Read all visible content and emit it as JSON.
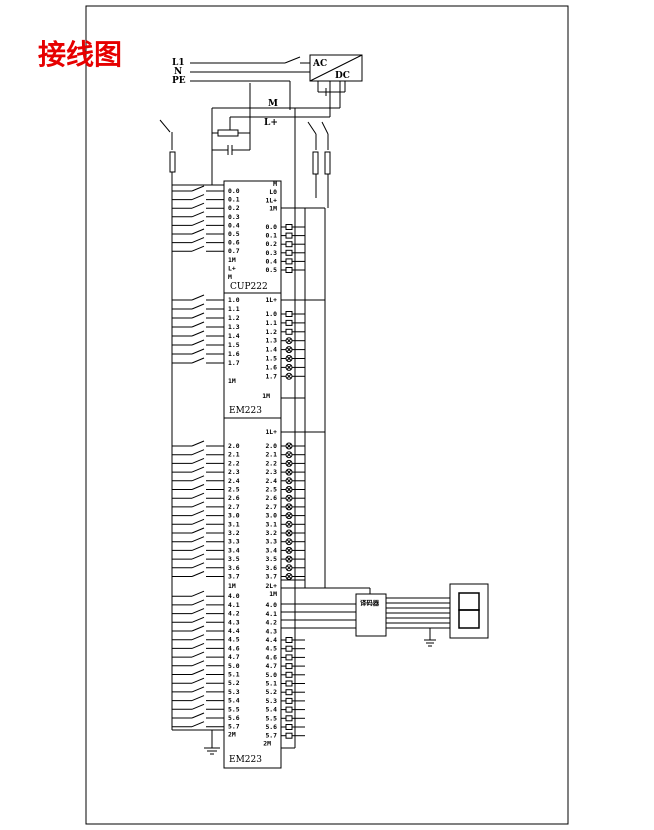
{
  "title": "接线图",
  "power": {
    "l1": "L1",
    "n": "N",
    "pe": "PE",
    "ac": "AC",
    "dc": "DC",
    "m_bus": "M",
    "lplus_bus": "L+"
  },
  "cpu": {
    "name": "CUP222",
    "inputs": [
      "0.0",
      "0.1",
      "0.2",
      "0.3",
      "0.4",
      "0.5",
      "0.6",
      "0.7"
    ],
    "input_extra": [
      "1M",
      "L+",
      "M"
    ],
    "right_top": [
      "M",
      "L0",
      "1L+",
      "1M"
    ],
    "outputs": [
      "0.0",
      "0.1",
      "0.2",
      "0.3",
      "0.4",
      "0.5"
    ]
  },
  "em1": {
    "name": "EM223",
    "inputs": [
      "1.0",
      "1.1",
      "1.2",
      "1.3",
      "1.4",
      "1.5",
      "1.6",
      "1.7"
    ],
    "input_extra": "1M",
    "right_top": "1L+",
    "right_bottom": "1M",
    "outputs": [
      "1.0",
      "1.1",
      "1.2",
      "1.3",
      "1.4",
      "1.5",
      "1.6",
      "1.7"
    ]
  },
  "em2": {
    "name": "EM223",
    "right_top": "1L+",
    "inputs_a": [
      "2.0",
      "2.1",
      "2.2",
      "2.3",
      "2.4",
      "2.5",
      "2.6",
      "2.7",
      "3.0",
      "3.1",
      "3.2",
      "3.3",
      "3.4",
      "3.5",
      "3.6",
      "3.7"
    ],
    "mid_left": "1M",
    "inputs_b": [
      "4.0",
      "4.1",
      "4.2",
      "4.3",
      "4.4",
      "4.5",
      "4.6",
      "4.7",
      "5.0",
      "5.1",
      "5.2",
      "5.3",
      "5.4",
      "5.5",
      "5.6",
      "5.7"
    ],
    "bottom_left": "2M",
    "outputs_a": [
      "2.0",
      "2.1",
      "2.2",
      "2.3",
      "2.4",
      "2.5",
      "2.6",
      "2.7",
      "3.0",
      "3.1",
      "3.2",
      "3.3",
      "3.4",
      "3.5",
      "3.6",
      "3.7"
    ],
    "mid_right_a": "2L+",
    "mid_right_b": "1M",
    "outputs_b": [
      "4.0",
      "4.1",
      "4.2",
      "4.3",
      "4.4",
      "4.5",
      "4.6",
      "4.7",
      "5.0",
      "5.1",
      "5.2",
      "5.3",
      "5.4",
      "5.5",
      "5.6",
      "5.7"
    ],
    "bottom_right": "2M"
  },
  "decoder": {
    "label": "译码器"
  }
}
